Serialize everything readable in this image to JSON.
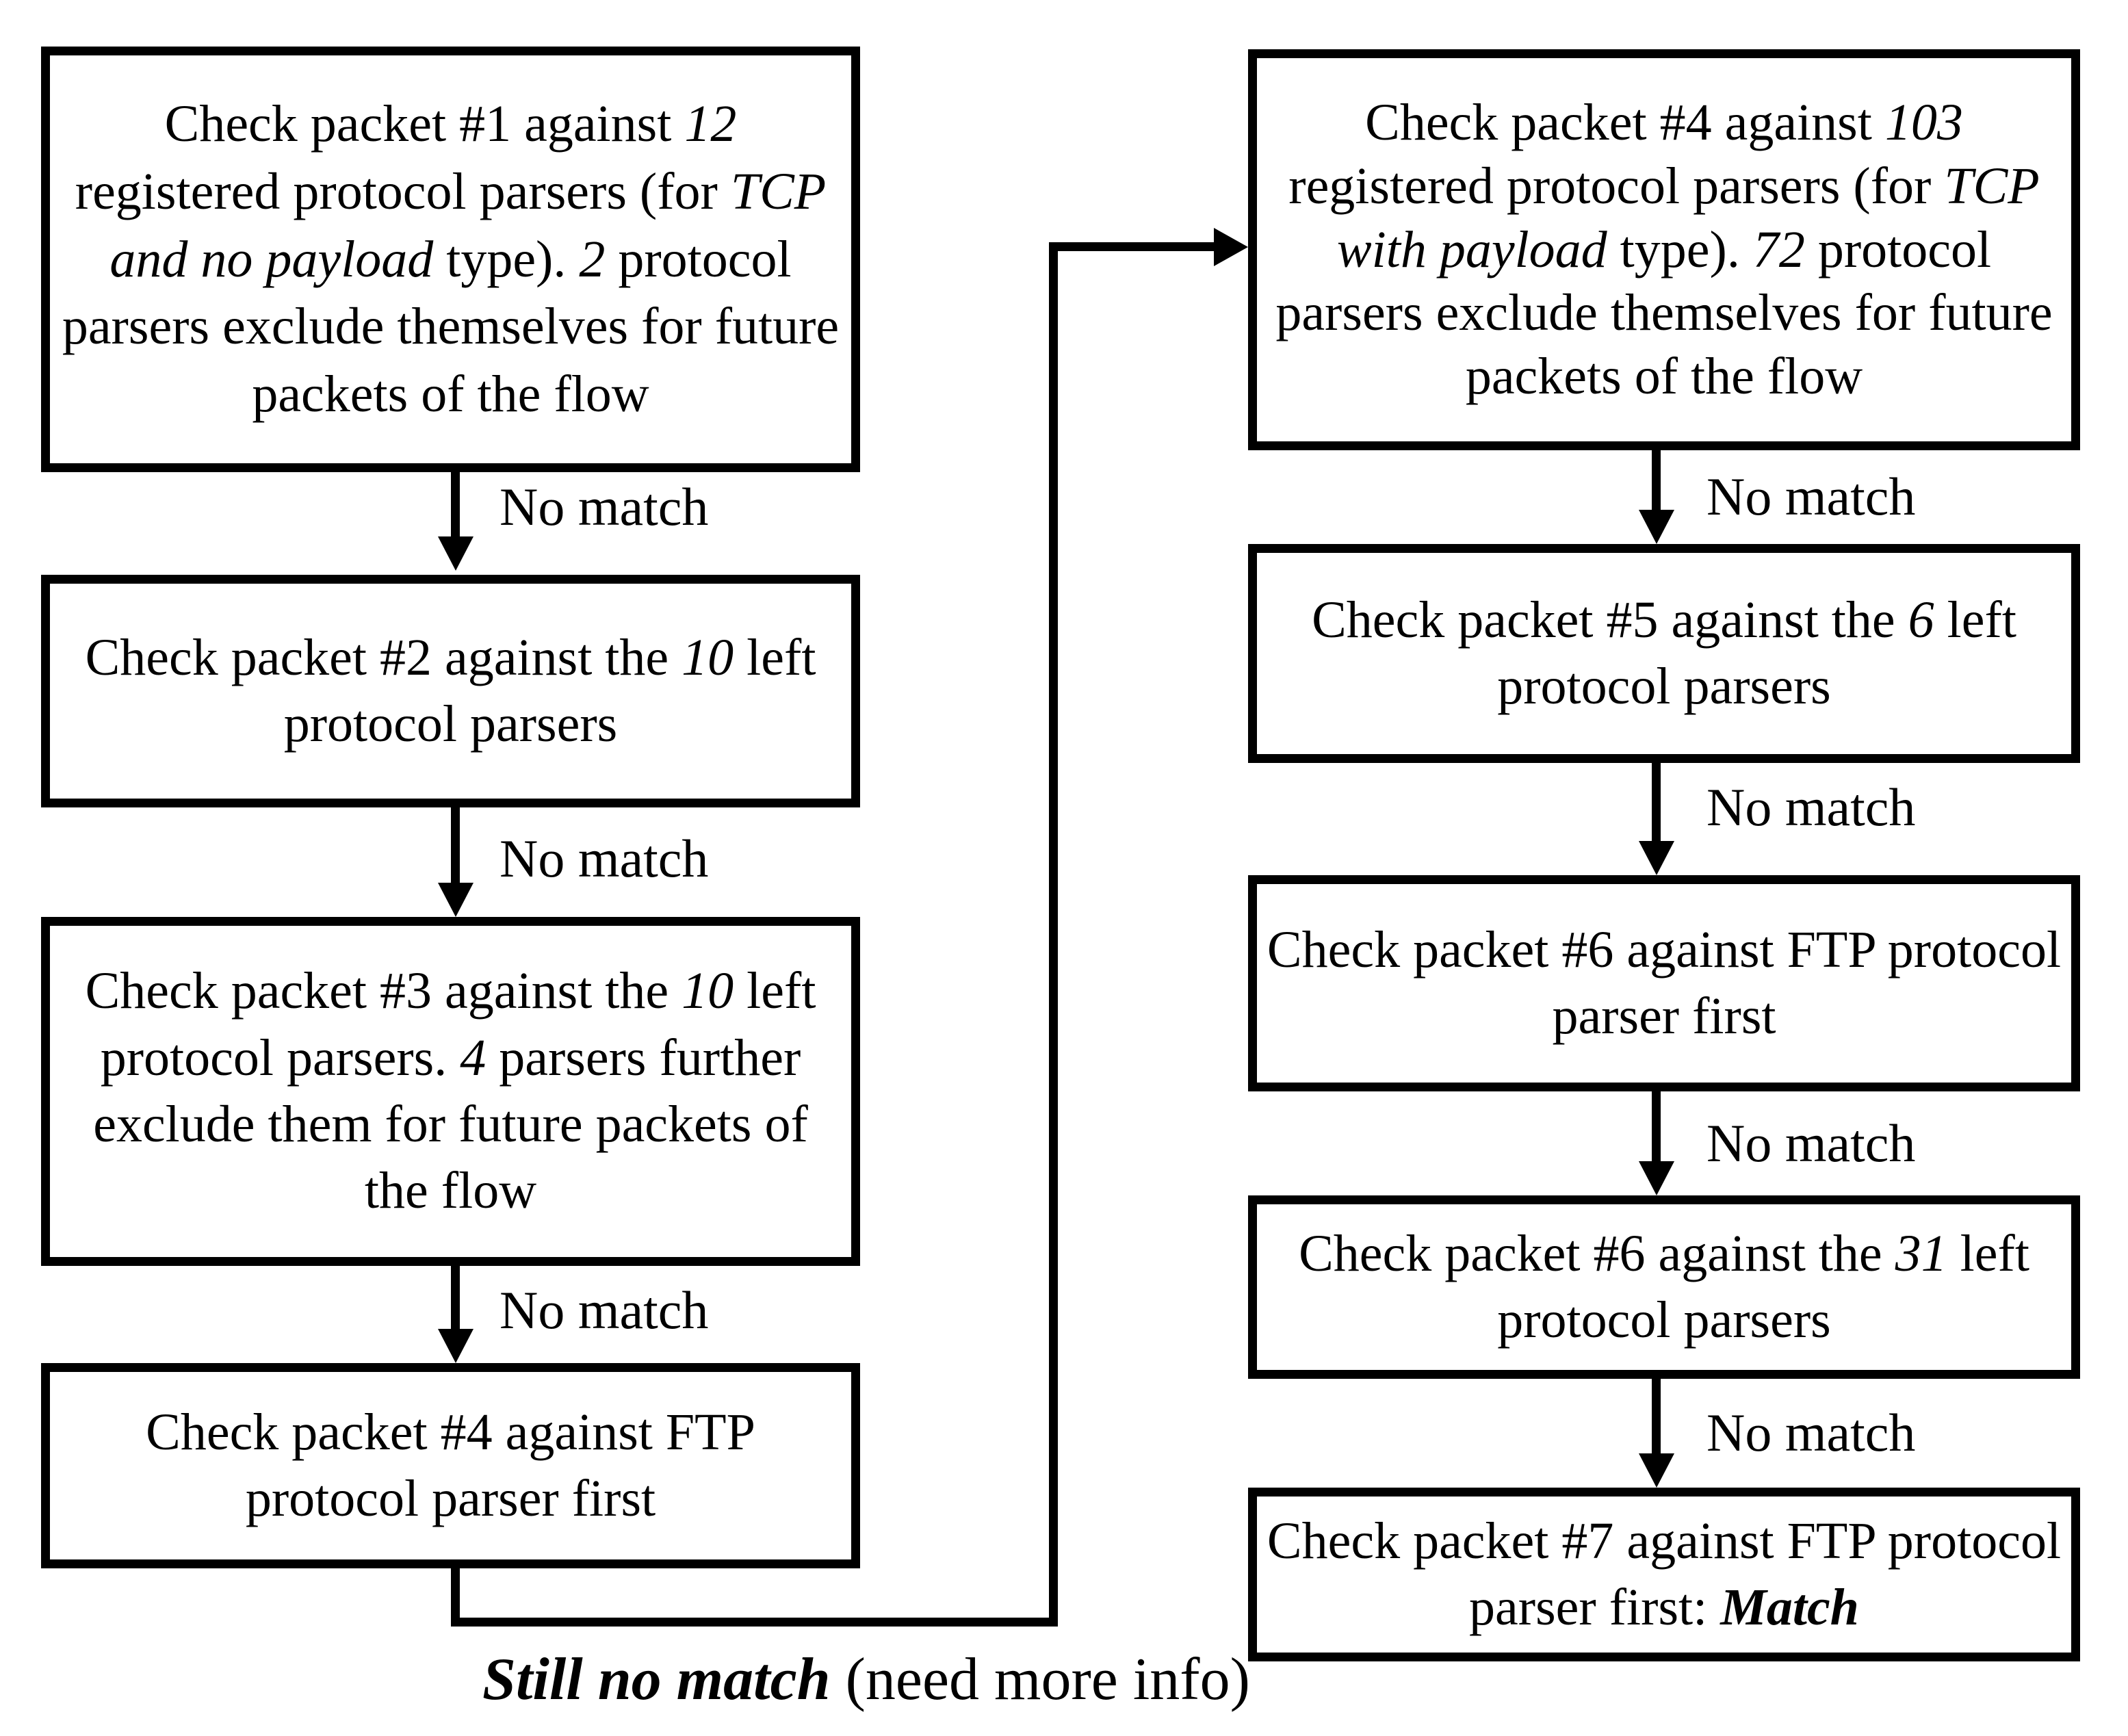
{
  "colors": {
    "ink": "#000000",
    "background": "#ffffff"
  },
  "flowchart": {
    "left_column": {
      "boxes": [
        {
          "id": "check-packet-1",
          "segments": [
            {
              "text": "Check packet #1 against ",
              "style": "normal"
            },
            {
              "text": "12",
              "style": "italic"
            },
            {
              "text": " registered protocol parsers (for ",
              "style": "normal"
            },
            {
              "text": "TCP and no payload",
              "style": "italic"
            },
            {
              "text": " type). ",
              "style": "normal"
            },
            {
              "text": "2",
              "style": "italic"
            },
            {
              "text": " protocol parsers exclude themselves for future packets of the flow",
              "style": "normal"
            }
          ]
        },
        {
          "id": "check-packet-2",
          "segments": [
            {
              "text": "Check packet #2 against the ",
              "style": "normal"
            },
            {
              "text": "10",
              "style": "italic"
            },
            {
              "text": " left protocol parsers",
              "style": "normal"
            }
          ]
        },
        {
          "id": "check-packet-3",
          "segments": [
            {
              "text": "Check packet #3 against the ",
              "style": "normal"
            },
            {
              "text": "10",
              "style": "italic"
            },
            {
              "text": " left protocol parsers. ",
              "style": "normal"
            },
            {
              "text": "4",
              "style": "italic"
            },
            {
              "text": " parsers further exclude them for future packets of the flow",
              "style": "normal"
            }
          ]
        },
        {
          "id": "check-packet-4-ftp",
          "segments": [
            {
              "text": "Check packet #4 against FTP protocol parser first",
              "style": "normal"
            }
          ]
        }
      ],
      "edge_labels": [
        "No match",
        "No match",
        "No match"
      ]
    },
    "right_column": {
      "boxes": [
        {
          "id": "check-packet-4-103",
          "segments": [
            {
              "text": "Check packet #4 against ",
              "style": "normal"
            },
            {
              "text": "103",
              "style": "italic"
            },
            {
              "text": " registered protocol parsers (for ",
              "style": "normal"
            },
            {
              "text": "TCP with payload",
              "style": "italic"
            },
            {
              "text": " type). ",
              "style": "normal"
            },
            {
              "text": "72",
              "style": "italic"
            },
            {
              "text": " protocol parsers exclude themselves for future packets of the flow",
              "style": "normal"
            }
          ]
        },
        {
          "id": "check-packet-5",
          "segments": [
            {
              "text": "Check packet #5 against the ",
              "style": "normal"
            },
            {
              "text": "6",
              "style": "italic"
            },
            {
              "text": " left protocol parsers",
              "style": "normal"
            }
          ]
        },
        {
          "id": "check-packet-6-ftp",
          "segments": [
            {
              "text": "Check packet #6 against FTP protocol parser first",
              "style": "normal"
            }
          ]
        },
        {
          "id": "check-packet-6-31",
          "segments": [
            {
              "text": "Check packet #6 against the ",
              "style": "normal"
            },
            {
              "text": "31",
              "style": "italic"
            },
            {
              "text": " left protocol parsers",
              "style": "normal"
            }
          ]
        },
        {
          "id": "check-packet-7-ftp-match",
          "segments": [
            {
              "text": "Check packet #7 against FTP protocol parser first: ",
              "style": "normal"
            },
            {
              "text": "Match",
              "style": "bold-italic"
            }
          ]
        }
      ],
      "edge_labels": [
        "No match",
        "No match",
        "No match",
        "No match"
      ]
    },
    "cross_edge_caption": {
      "segments": [
        {
          "text": "Still no match",
          "style": "bold-italic"
        },
        {
          "text": " (need more info)",
          "style": "normal"
        }
      ]
    }
  }
}
